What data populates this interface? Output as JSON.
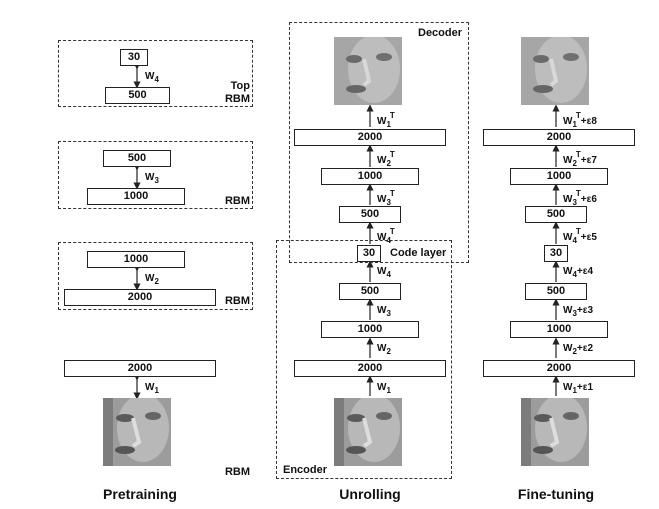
{
  "captions": {
    "pretraining": "Pretraining",
    "unrolling": "Unrolling",
    "finetuning": "Fine-tuning"
  },
  "rbm_labels": {
    "top_line1": "Top",
    "top_line2": "RBM",
    "rbm": "RBM"
  },
  "box_labels": {
    "decoder": "Decoder",
    "encoder": "Encoder",
    "code_layer": "Code layer"
  },
  "layers": {
    "l30": "30",
    "l500": "500",
    "l1000": "1000",
    "l2000": "2000"
  },
  "weights": {
    "w": "W",
    "i1": "1",
    "i2": "2",
    "i3": "3",
    "i4": "4",
    "T": "T",
    "eps1": "+ε1",
    "eps2": "+ε2",
    "eps3": "+ε3",
    "eps4": "+ε4",
    "eps5": "+ε5",
    "eps6": "+ε6",
    "eps7": "+ε7",
    "eps8": "+ε8"
  },
  "colors": {
    "line": "#222222",
    "face_bg": "#9a9a9a"
  }
}
